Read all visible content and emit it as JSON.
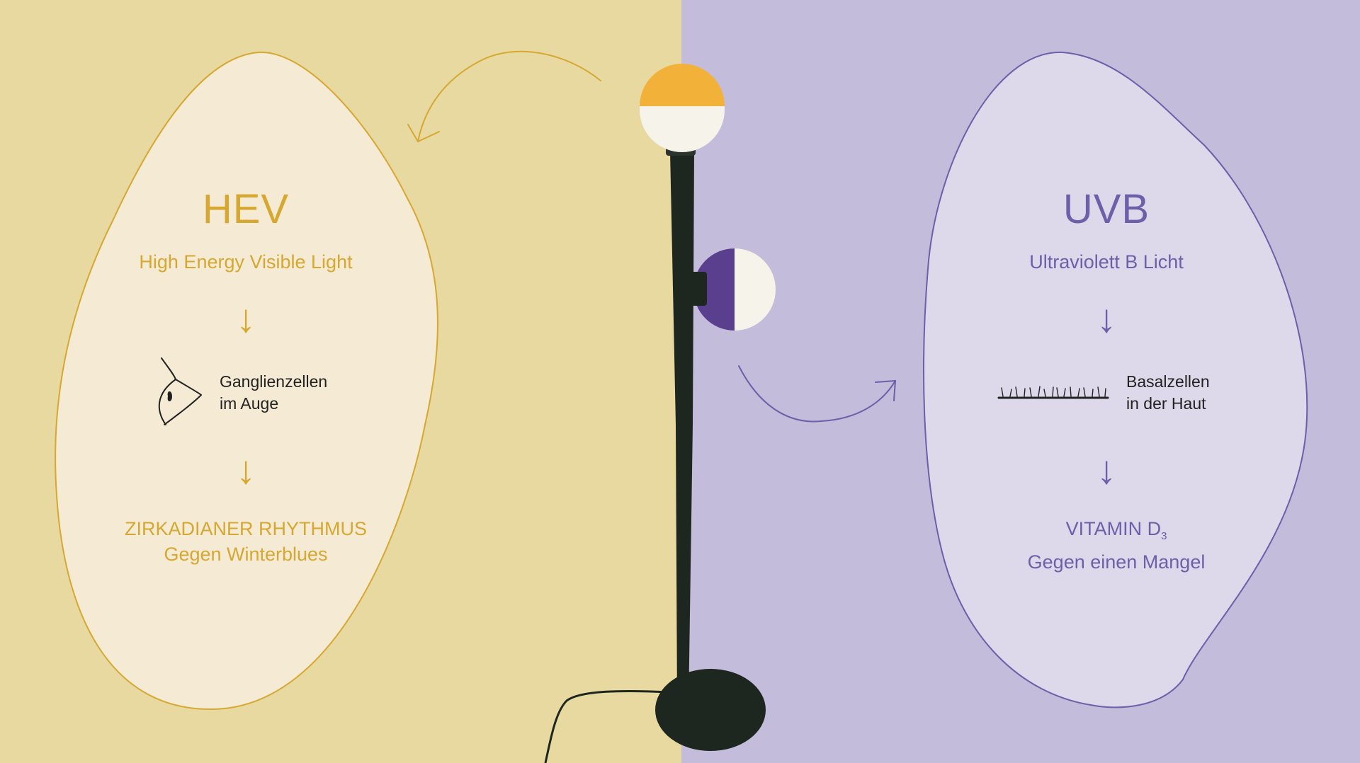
{
  "colors": {
    "left_bg": "#e8d9a0",
    "left_blob": "#f5ead3",
    "hev_accent": "#d6a832",
    "right_bg": "#c3bcdb",
    "right_blob": "#ddd9eb",
    "uvb_accent": "#6e5fa8",
    "text_dark": "#222222"
  },
  "hev": {
    "title": "HEV",
    "subtitle": "High Energy Visible Light",
    "arrow_symbol": "↓",
    "target_line1": "Ganglienzellen",
    "target_line2": "im Auge",
    "target_icon": "eye-icon",
    "result_line1": "ZIRKADIANER RHYTHMUS",
    "result_line2": "Gegen Winterblues"
  },
  "uvb": {
    "title": "UVB",
    "subtitle": "Ultraviolett B Licht",
    "arrow_symbol": "↓",
    "target_line1": "Basalzellen",
    "target_line2": "in der Haut",
    "target_icon": "skin-icon",
    "result_line1_main": "VITAMIN D",
    "result_line1_sub": "3",
    "result_line2": "Gegen einen Mangel"
  },
  "lamp": {
    "top_bulb_color": "#f2b23a",
    "side_bulb_color": "#5b3f8f",
    "pole_color": "#1e2620"
  }
}
